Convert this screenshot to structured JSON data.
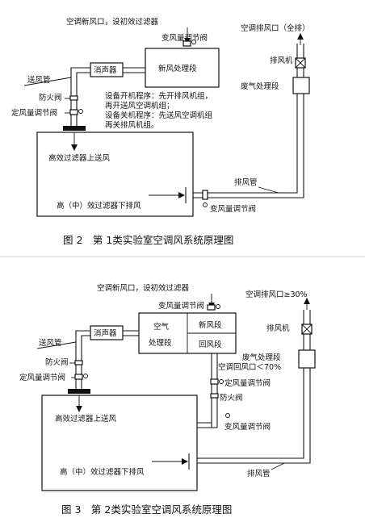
{
  "fig2": {
    "fresh_air_inlet": "空调新风口，设初效过滤器",
    "vav_top": "变风量调节阀",
    "fresh_air_unit": "新风处理段",
    "silencer": "消声器",
    "supply_duct": "送风管",
    "fire_damper": "防火阀",
    "constant_damper": "定风量调节阀",
    "note_lines": [
      "设备开机程序：先开排风机组，",
      "再开送风空调机组；",
      "设备关机程序：先送风空调机组",
      "再关排风机组。"
    ],
    "room_supply": "高效过滤器上送风",
    "room_exhaust": "高（中）效过滤器下排风",
    "exhaust_duct": "排风管",
    "vav_bottom": "变风量调节阀",
    "exhaust_outlet": "空调排风口（全排）",
    "exhaust_fan": "排风机",
    "waste_gas_unit": "废气处理段",
    "caption": "图 2　第 1类实验室空调风系统原理图"
  },
  "fig3": {
    "fresh_air_inlet": "空调新风口，设初效过滤器",
    "vav_top": "变风量调节阀",
    "air_unit_line1": "空气",
    "air_unit_line2": "处理段",
    "fresh_unit": "新风段",
    "return_unit": "回风段",
    "silencer": "消声器",
    "supply_duct": "送风管",
    "fire_damper_left": "防火阀",
    "constant_damper_left": "定风量调节阀",
    "return_inlet": "空调回风口＜70%",
    "constant_damper_right": "定风量调节阀",
    "fire_damper_right": "防火阀",
    "vav_bottom": "变风量调节阀",
    "room_supply": "高效过滤器上送风",
    "room_exhaust": "高（中）效过滤器下排风",
    "exhaust_duct": "排风管",
    "exhaust_outlet": "空调排风口≥30%",
    "exhaust_fan": "排风机",
    "waste_gas_unit": "废气处理段",
    "caption": "图 3　第 2类实验室空调风系统原理图"
  }
}
